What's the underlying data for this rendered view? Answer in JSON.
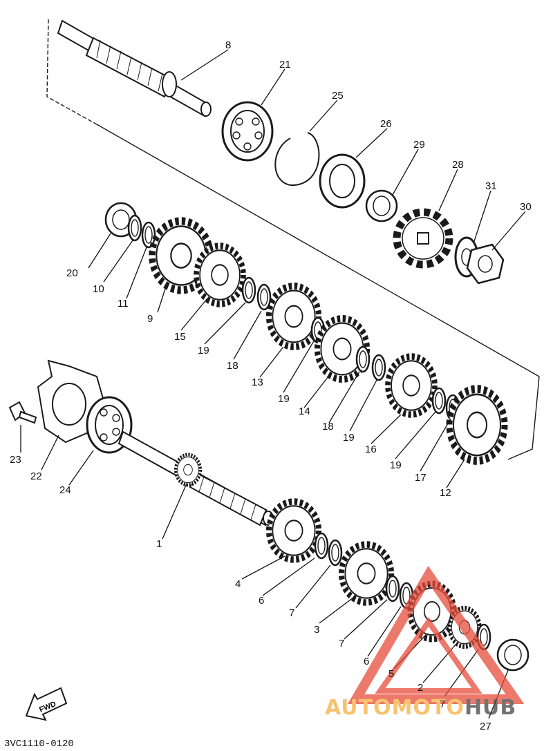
{
  "diagram": {
    "code": "3VC1110-0120",
    "fwd_label": "FWD",
    "watermark": {
      "part1": "AUTOMOTO",
      "part2": "HUB",
      "color1": "#f5b041",
      "color2": "#444444",
      "logo_color": "#e74c3c"
    },
    "parts": [
      {
        "id": "p8",
        "label": "8"
      },
      {
        "id": "p21",
        "label": "21"
      },
      {
        "id": "p25",
        "label": "25"
      },
      {
        "id": "p26",
        "label": "26"
      },
      {
        "id": "p29",
        "label": "29"
      },
      {
        "id": "p28",
        "label": "28"
      },
      {
        "id": "p31",
        "label": "31"
      },
      {
        "id": "p30",
        "label": "30"
      },
      {
        "id": "p20",
        "label": "20"
      },
      {
        "id": "p10",
        "label": "10"
      },
      {
        "id": "p11",
        "label": "11"
      },
      {
        "id": "p9",
        "label": "9"
      },
      {
        "id": "p15",
        "label": "15"
      },
      {
        "id": "p19a",
        "label": "19"
      },
      {
        "id": "p18a",
        "label": "18"
      },
      {
        "id": "p13",
        "label": "13"
      },
      {
        "id": "p19b",
        "label": "19"
      },
      {
        "id": "p14",
        "label": "14"
      },
      {
        "id": "p18b",
        "label": "18"
      },
      {
        "id": "p19c",
        "label": "19"
      },
      {
        "id": "p16",
        "label": "16"
      },
      {
        "id": "p19d",
        "label": "19"
      },
      {
        "id": "p17",
        "label": "17"
      },
      {
        "id": "p12",
        "label": "12"
      },
      {
        "id": "p23",
        "label": "23"
      },
      {
        "id": "p22",
        "label": "22"
      },
      {
        "id": "p24",
        "label": "24"
      },
      {
        "id": "p1",
        "label": "1"
      },
      {
        "id": "p4",
        "label": "4"
      },
      {
        "id": "p6a",
        "label": "6"
      },
      {
        "id": "p7a",
        "label": "7"
      },
      {
        "id": "p3",
        "label": "3"
      },
      {
        "id": "p7b",
        "label": "7"
      },
      {
        "id": "p6b",
        "label": "6"
      },
      {
        "id": "p5",
        "label": "5"
      },
      {
        "id": "p2",
        "label": "2"
      },
      {
        "id": "p7c",
        "label": "7"
      },
      {
        "id": "p27",
        "label": "27"
      }
    ]
  }
}
